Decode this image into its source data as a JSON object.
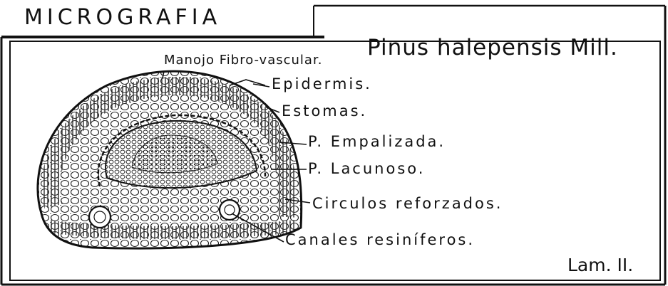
{
  "title": "MICROGRAFIA",
  "species": "Pinus halepensis Mill.",
  "labels": [
    {
      "id": "manojo",
      "text": "Manojo Fibro-vascular."
    },
    {
      "id": "epidermis",
      "text": "Epidermis."
    },
    {
      "id": "estomas",
      "text": "Estomas."
    },
    {
      "id": "empalizada",
      "text": "P. Empalizada."
    },
    {
      "id": "lacunoso",
      "text": "P. Lacunoso."
    },
    {
      "id": "circulos",
      "text": "Circulos reforzados."
    },
    {
      "id": "canales",
      "text": "Canales resiníferos."
    }
  ],
  "plate_number": "Lam. II.",
  "colors": {
    "ink": "#111111",
    "paper": "#ffffff"
  }
}
